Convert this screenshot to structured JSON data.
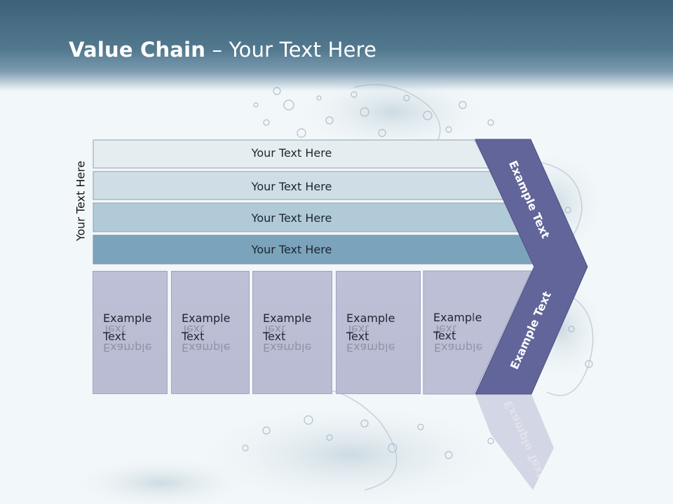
{
  "slide": {
    "title_bold": "Value Chain",
    "title_rest": " – Your Text Here",
    "side_label": "Your Text Here"
  },
  "rows": [
    {
      "label": "Your Text Here",
      "color": "#e6edf1"
    },
    {
      "label": "Your Text Here",
      "color": "#cfdee6"
    },
    {
      "label": "Your Text Here",
      "color": "#b0cad8"
    },
    {
      "label": "Your Text Here",
      "color": "#7ba3bb"
    }
  ],
  "boxes": [
    {
      "line1": "Example",
      "line2": "Text"
    },
    {
      "line1": "Example",
      "line2": "Text"
    },
    {
      "line1": "Example",
      "line2": "Text"
    },
    {
      "line1": "Example",
      "line2": "Text"
    },
    {
      "line1": "Example",
      "line2": "Text"
    }
  ],
  "chevron": {
    "top_label": "Example Text",
    "bottom_label": "Example Text",
    "color": "#62659a"
  }
}
